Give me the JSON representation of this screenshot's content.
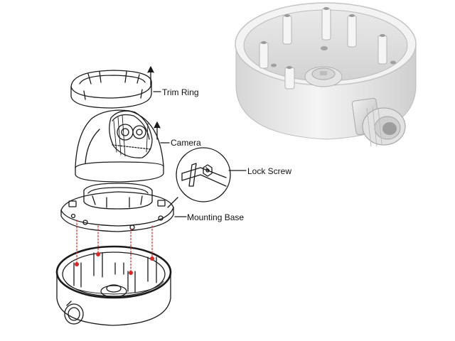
{
  "labels": {
    "trim_ring": "Trim Ring",
    "camera": "Camera",
    "lock_screw": "Lock Screw",
    "mounting_base": "Mounting Base"
  },
  "colors": {
    "line": "#1a1a1a",
    "guide": "#d42a2a",
    "junction_box_body": "#e8e8e8",
    "junction_box_shade": "#c9c9c9"
  }
}
